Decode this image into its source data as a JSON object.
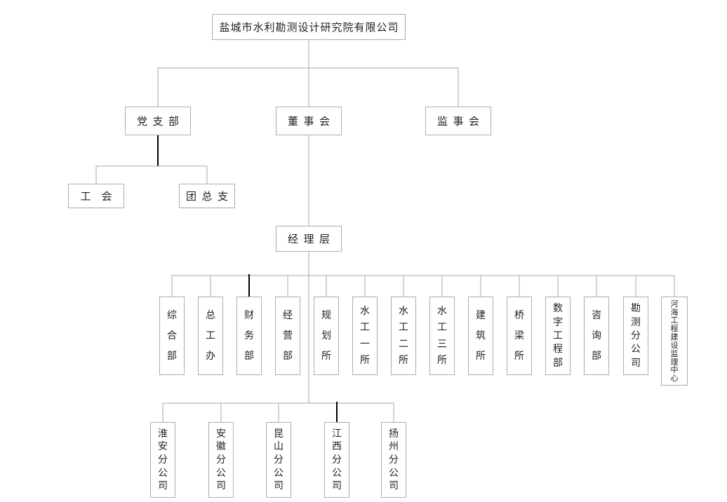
{
  "org": {
    "root": {
      "label": "盐城市水利勘测设计研究院有限公司"
    },
    "level2": [
      {
        "label": "党支部"
      },
      {
        "label": "董事会"
      },
      {
        "label": "监事会"
      }
    ],
    "party_children": [
      {
        "label": "工会"
      },
      {
        "label": "团总支"
      }
    ],
    "management": {
      "label": "经理层"
    },
    "departments": [
      {
        "label": "综合部"
      },
      {
        "label": "总工办"
      },
      {
        "label": "财务部"
      },
      {
        "label": "经营部"
      },
      {
        "label": "规划所"
      },
      {
        "label": "水工一所"
      },
      {
        "label": "水工二所"
      },
      {
        "label": "水工三所"
      },
      {
        "label": "建筑所"
      },
      {
        "label": "桥梁所"
      },
      {
        "label": "数字工程部"
      },
      {
        "label": "咨询部"
      },
      {
        "label": "勘测分公司"
      },
      {
        "label": "河海工程建设监理中心"
      }
    ],
    "branches": [
      {
        "label": "淮安分公司"
      },
      {
        "label": "安徽分公司"
      },
      {
        "label": "昆山分公司"
      },
      {
        "label": "江西分公司"
      },
      {
        "label": "扬州分公司"
      }
    ]
  },
  "colors": {
    "background": "#ffffff",
    "box_border": "#adadad",
    "text": "#1f1f1f",
    "connector_line": "#a9a9a9",
    "connector_emphasis": "#000000"
  }
}
